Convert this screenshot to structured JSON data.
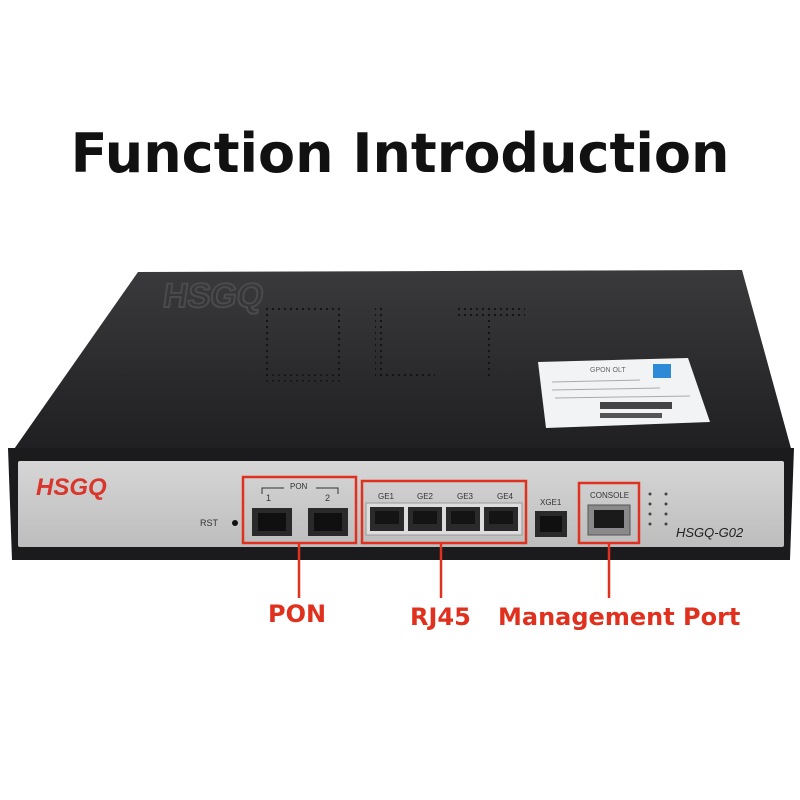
{
  "title": "Function Introduction",
  "device": {
    "brand_top": "HSGQ",
    "brand_front": "HSGQ",
    "olt_mark": "OLT",
    "model": "HSGQ-G02",
    "rst_label": "RST",
    "pon_group_label": "PON",
    "pon_ports": [
      "1",
      "2"
    ],
    "ge_ports": [
      "GE1",
      "GE2",
      "GE3",
      "GE4"
    ],
    "xge_label": "XGE1",
    "console_label": "CONSOLE",
    "sticker_title": "GPON OLT"
  },
  "callouts": {
    "pon": "PON",
    "rj45": "RJ45",
    "management": "Management Port"
  },
  "colors": {
    "accent": "#e0301e",
    "brand_red": "#d9362b",
    "chassis": "#2b2b2d",
    "front_panel": "#c9c9c9"
  }
}
